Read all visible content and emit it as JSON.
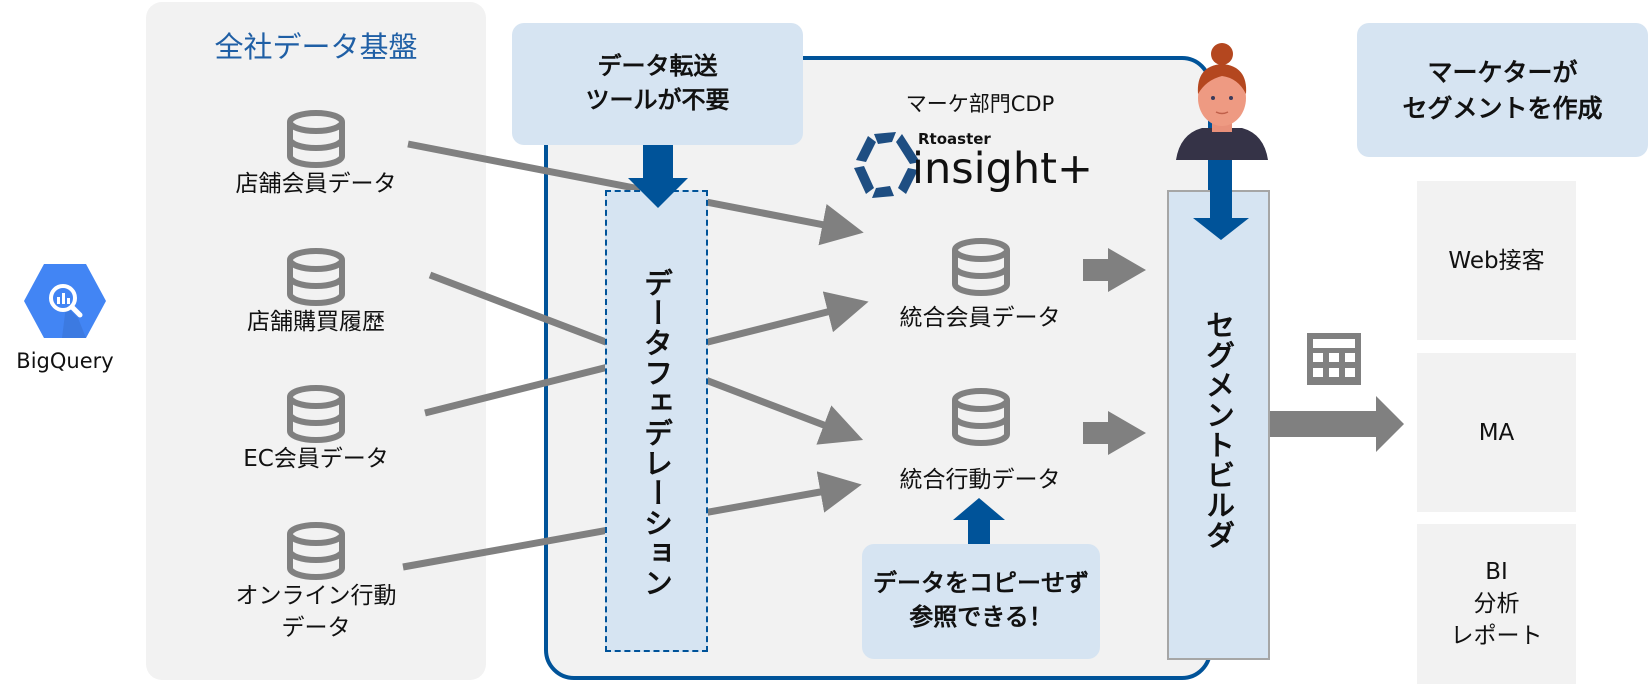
{
  "left_panel": {
    "title": "全社データ基盤",
    "sources": [
      {
        "label": "店舗会員データ",
        "icon": "database-icon"
      },
      {
        "label": "店舗購買履歴",
        "icon": "database-icon"
      },
      {
        "label": "EC会員データ",
        "icon": "database-icon"
      },
      {
        "label_line1": "オンライン行動",
        "label_line2": "データ",
        "icon": "database-icon"
      }
    ]
  },
  "bigquery": {
    "label": "BigQuery",
    "icon": "bigquery-logo-icon",
    "color": "#4285f4"
  },
  "callouts": {
    "transfer": {
      "line1": "データ転送",
      "line2": "ツールが不要"
    },
    "copy": {
      "line1": "データをコピーせず",
      "line2": "参照できる！"
    },
    "marketer": {
      "line1": "マーケターが",
      "line2": "セグメントを作成"
    }
  },
  "cdp": {
    "label": "マーケ部門CDP",
    "brand_small": "Rtoaster",
    "brand_big": "insight+",
    "federation_label": "データフェデレーション",
    "unified": [
      {
        "label": "統合会員データ",
        "icon": "database-icon"
      },
      {
        "label": "統合行動データ",
        "icon": "database-icon"
      }
    ],
    "segment_builder_label": "セグメントビルダ"
  },
  "outputs": [
    {
      "label": "Web接客"
    },
    {
      "label": "MA"
    },
    {
      "line1": "BI",
      "line2": "分析",
      "line3": "レポート"
    }
  ],
  "colors": {
    "accent_blue": "#005399",
    "title_blue": "#1f5fa5",
    "callout_bg": "#d6e4f2",
    "panel_bg": "#f2f2f2",
    "connector_gray": "#808080"
  }
}
